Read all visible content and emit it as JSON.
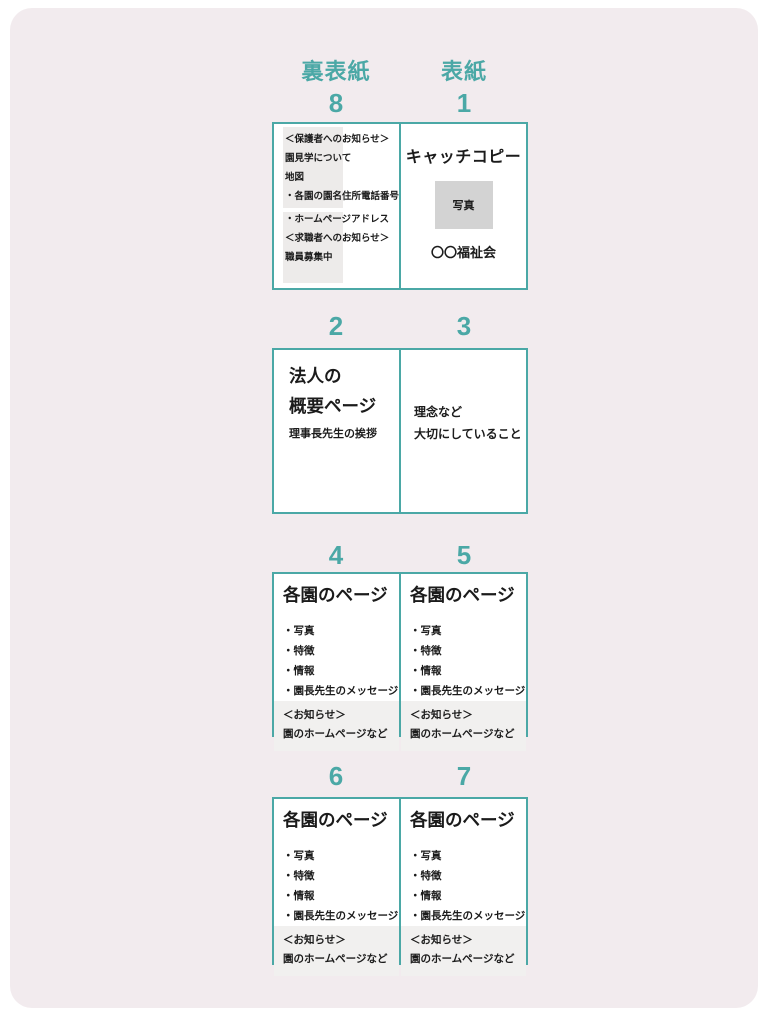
{
  "colors": {
    "accent_teal": "#4ba8a6",
    "card_background": "#f2ebee",
    "photo_placeholder": "#d3d3d3",
    "notice_background": "#f1f0ef",
    "highlight_block": "#edebea"
  },
  "header": {
    "back_cover_label": "裏表紙",
    "front_cover_label": "表紙"
  },
  "page_numbers": {
    "p8": "8",
    "p1": "1",
    "p2": "2",
    "p3": "3",
    "p4": "4",
    "p5": "5",
    "p6": "6",
    "p7": "7"
  },
  "back_cover": {
    "lines": [
      "＜保護者へのお知らせ＞",
      "園見学について",
      "地図",
      "・各園の園名住所電話番号",
      "・ホームページアドレス",
      "＜求職者へのお知らせ＞",
      "職員募集中"
    ]
  },
  "front_cover": {
    "catchcopy": "キャッチコピー",
    "photo_label": "写真",
    "org_name": "〇〇福祉会"
  },
  "page2": {
    "title_line1": "法人の",
    "title_line2": "概要ページ",
    "subtitle": "理事長先生の挨拶"
  },
  "page3": {
    "line1": "理念など",
    "line2": "大切にしていること"
  },
  "garden_page": {
    "title": "各園のページ",
    "bullets": [
      "・写真",
      "・特徴",
      "・情報",
      "・園長先生のメッセージ"
    ],
    "notice_title": "＜お知らせ＞",
    "notice_body": "園のホームページなど"
  }
}
